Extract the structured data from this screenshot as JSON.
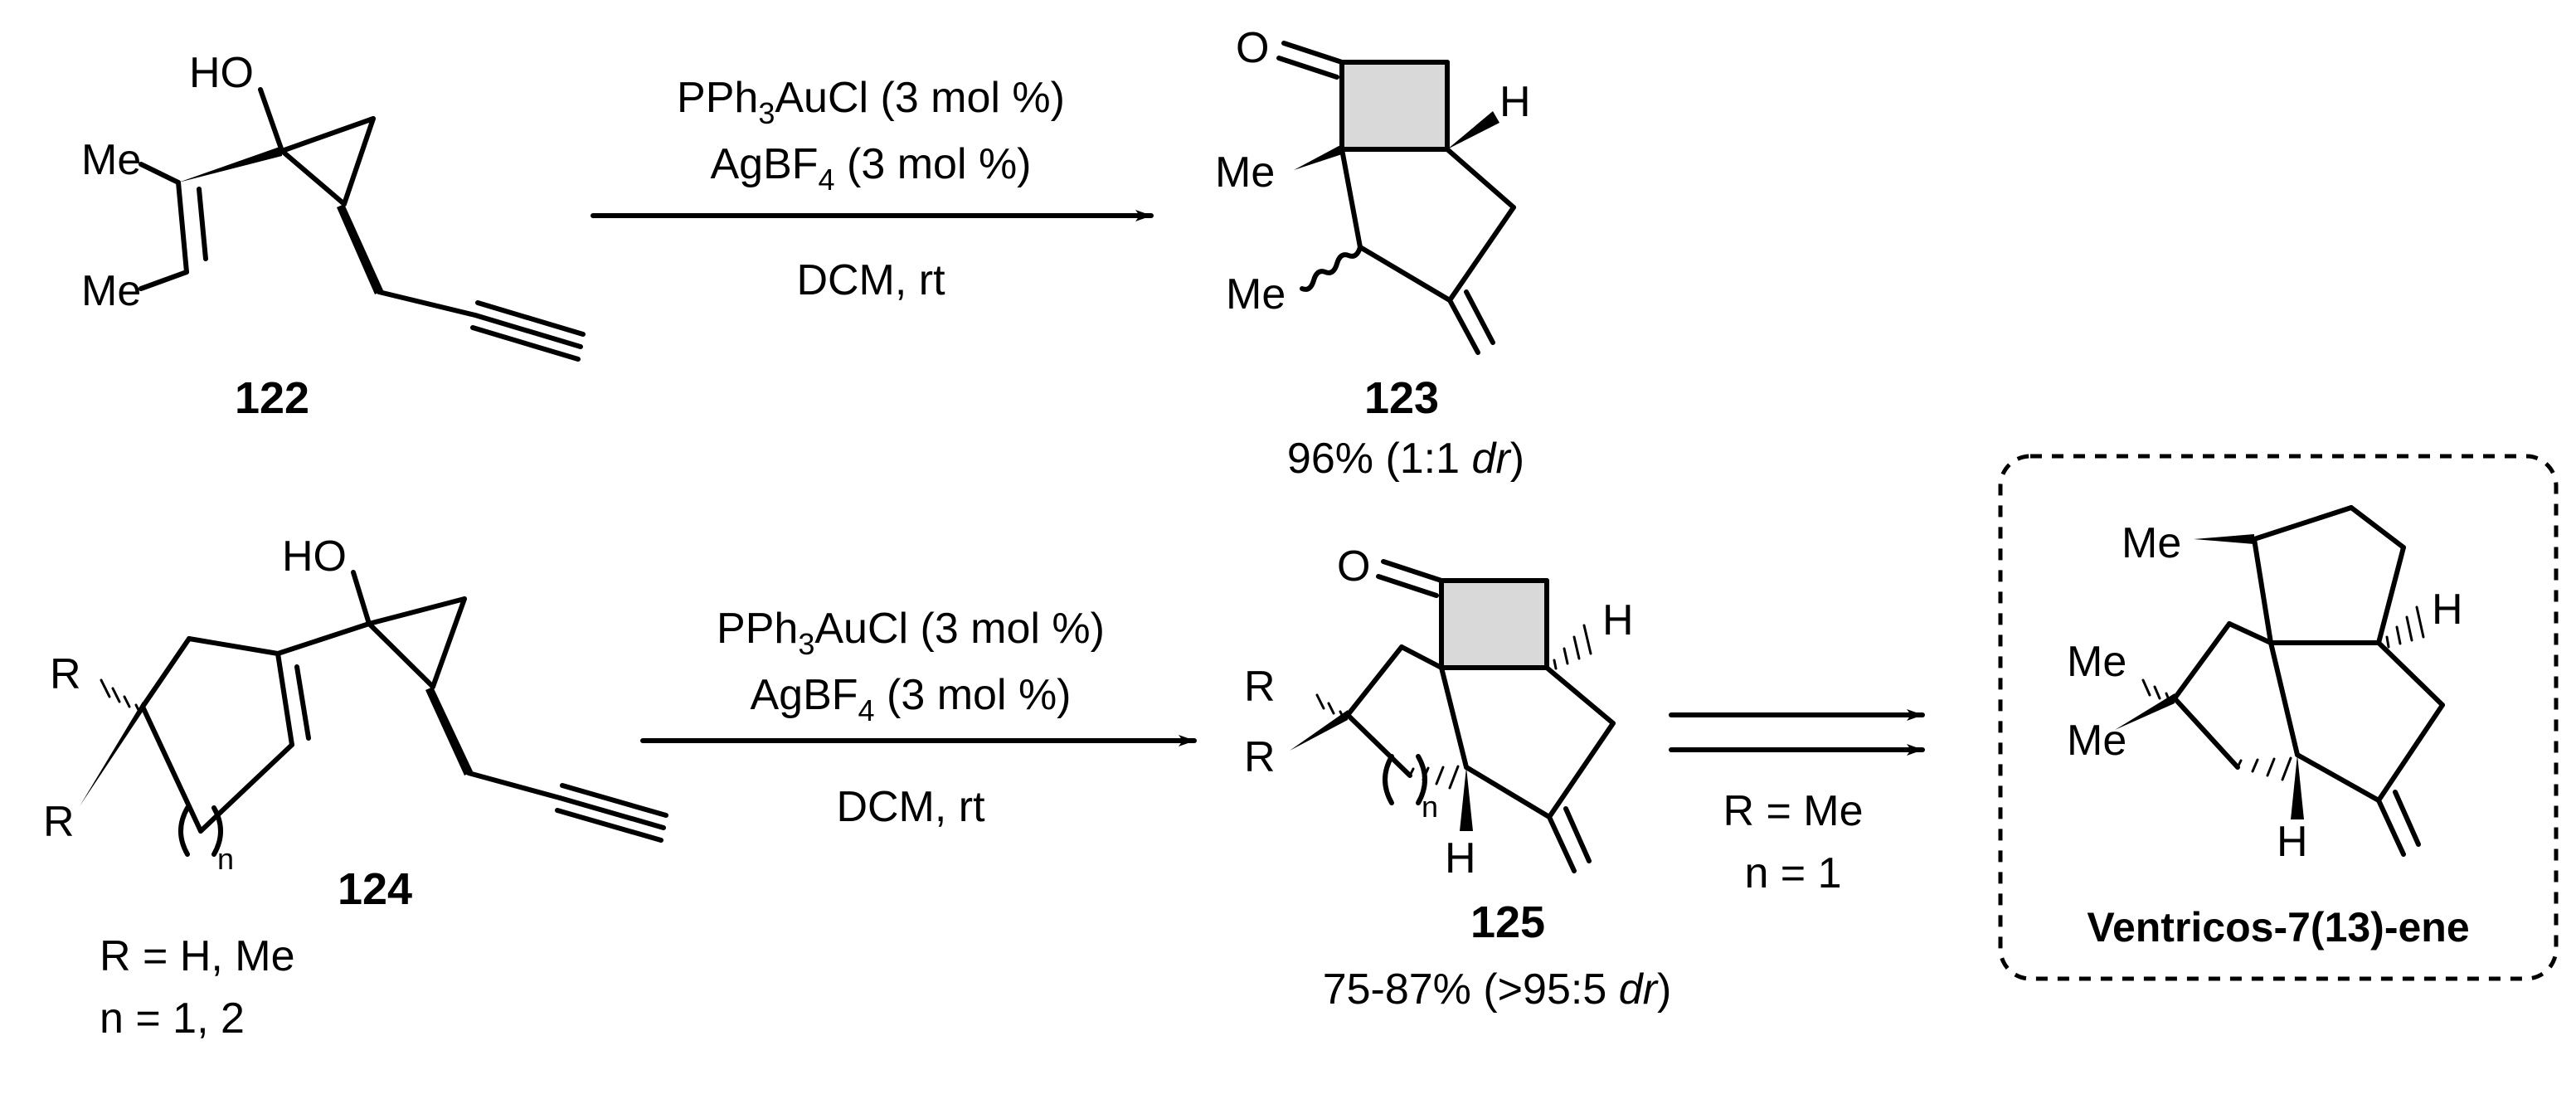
{
  "atoms": {
    "ho": "HO",
    "me": "Me",
    "h": "H",
    "o": "O",
    "r": "R",
    "n": "n"
  },
  "reaction1": {
    "reagent_line1_a": "PPh",
    "reagent_line1_sub": "3",
    "reagent_line1_b": "AuCl (3 mol %)",
    "reagent_line2_a": "AgBF",
    "reagent_line2_sub": "4",
    "reagent_line2_b": " (3 mol %)",
    "conditions": "DCM, rt",
    "substrate_label": "122",
    "product_label": "123",
    "yield_a": "96% (1:1 ",
    "yield_dr": "dr",
    "yield_b": ")"
  },
  "reaction2": {
    "reagent_line1_a": "PPh",
    "reagent_line1_sub": "3",
    "reagent_line1_b": "AuCl (3 mol %)",
    "reagent_line2_a": "AgBF",
    "reagent_line2_sub": "4",
    "reagent_line2_b": " (3 mol %)",
    "conditions": "DCM, rt",
    "substrate_label": "124",
    "substrate_note1": "R = H, Me",
    "substrate_note2": "n = 1, 2",
    "product_label": "125",
    "yield_a": "75-87% (>95:5 ",
    "yield_dr": "dr",
    "yield_b": ")"
  },
  "reaction3": {
    "condition1": "R = Me",
    "condition2": "n = 1",
    "target_name": "Ventricos-7(13)-ene"
  }
}
